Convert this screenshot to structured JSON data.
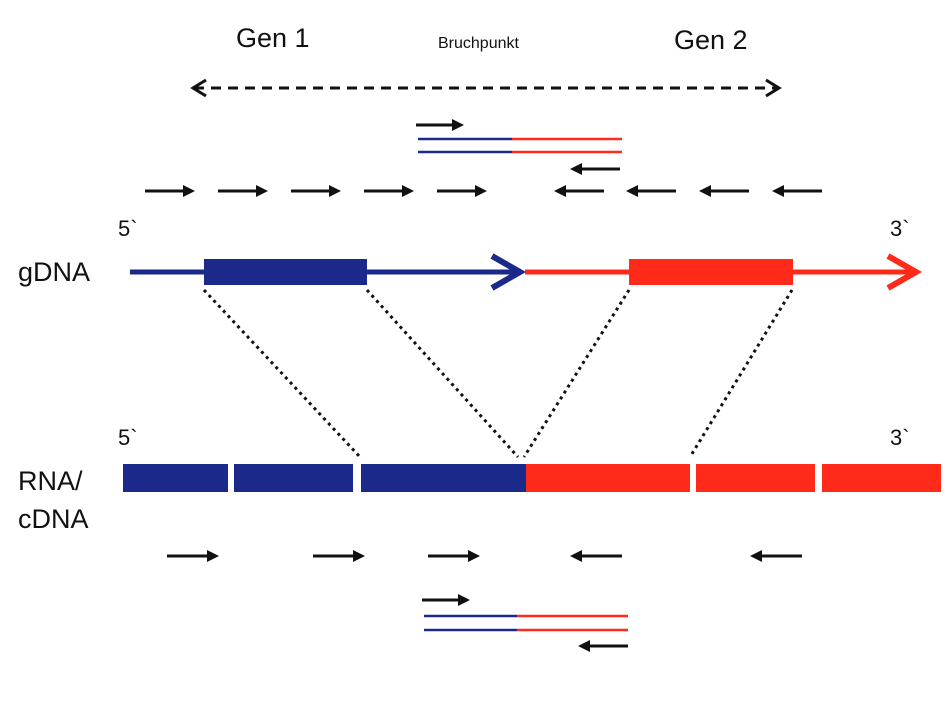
{
  "labels": {
    "gene1": "Gen 1",
    "breakpoint": "Bruchpunkt",
    "gene2": "Gen 2",
    "gdna": "gDNA",
    "rna_line1": "RNA/",
    "rna_line2": "cDNA",
    "five_prime_top": "5`",
    "three_prime_top": "3`",
    "five_prime_bottom": "5`",
    "three_prime_bottom": "3`"
  },
  "colors": {
    "gene1": "#1b2a8a",
    "gene2": "#ff2a1a",
    "primer": "#111111",
    "link": "#111111"
  }
}
